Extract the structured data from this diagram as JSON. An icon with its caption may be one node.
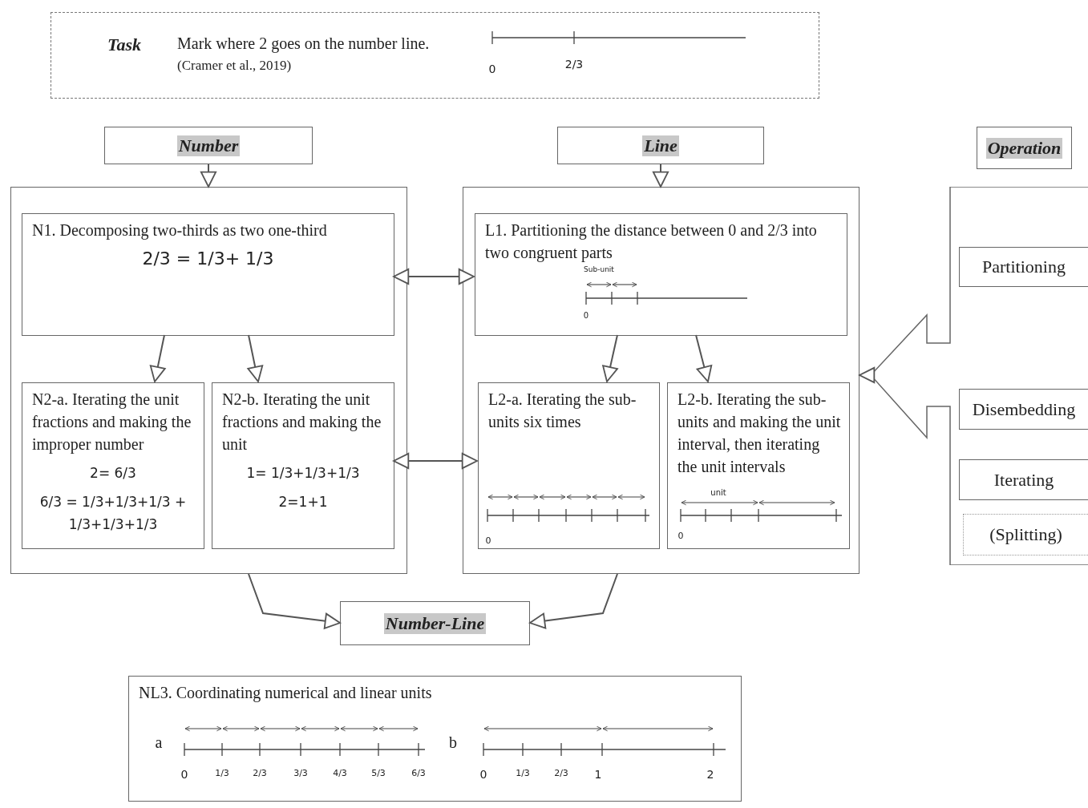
{
  "diagram": {
    "nodes": [
      {
        "text": [
          "Task",
          "Mark where 2 goes on the number line.",
          "(Cramer et al., 2019)"
        ]
      },
      {
        "text": [
          "Number"
        ]
      },
      {
        "text": [
          "Line"
        ]
      },
      {
        "text": [
          "Operation"
        ]
      },
      {
        "text": [],
        "shape": "box"
      },
      {
        "text": [
          "N1. Decomposing two-thirds as two one-third",
          "2/3 = 1/3+ 1/3"
        ],
        "in": 4
      },
      {
        "text": [
          "N2-a. Iterating the unit fractions and making the improper number",
          "2= 6/3",
          "6/3 = 1/3+1/3+1/3 + 1/3+1/3+1/3"
        ],
        "in": 4
      },
      {
        "text": [
          "N2-b. Iterating the unit fractions and making the unit",
          "1= 1/3+1/3+1/3",
          "2=1+1"
        ],
        "in": 4
      },
      {
        "text": [],
        "shape": "box"
      },
      {
        "text": [
          "L1. Partitioning the distance between 0  and 2/3 into two congruent parts"
        ],
        "in": 8
      },
      {
        "text": [
          "L2-a. Iterating the sub-units six times"
        ],
        "in": 8
      },
      {
        "text": [
          "L2-b. Iterating the sub-units and making the unit interval, then iterating the unit intervals"
        ],
        "in": 8
      },
      {
        "text": [],
        "shape": "arrow"
      },
      {
        "text": [
          "Partitioning"
        ],
        "in": 12
      },
      {
        "text": [
          "Disembedding"
        ],
        "in": 12
      },
      {
        "text": [
          "Iterating"
        ],
        "in": 12
      },
      {
        "text": [
          "(Splitting)"
        ],
        "in": 12
      },
      {
        "text": [
          "Number-Line"
        ]
      },
      {
        "text": [
          "NL3. Coordinating numerical and linear units"
        ]
      }
    ],
    "edges": [
      {
        "from": 1,
        "to": 4,
        "arrow": "to"
      },
      {
        "from": 2,
        "to": 8,
        "arrow": "to"
      },
      {
        "from": 5,
        "to": 6,
        "arrow": "to"
      },
      {
        "from": 5,
        "to": 7,
        "arrow": "to"
      },
      {
        "from": 9,
        "to": 10,
        "arrow": "to"
      },
      {
        "from": 9,
        "to": 11,
        "arrow": "to"
      },
      {
        "from": 5,
        "to": 9,
        "arrow": "both"
      },
      {
        "from": 7,
        "to": 10,
        "arrow": "both"
      },
      {
        "from": 12,
        "to": 8,
        "arrow": "to"
      },
      {
        "from": 4,
        "to": 17,
        "arrow": "to"
      },
      {
        "from": 8,
        "to": 17,
        "arrow": "to"
      }
    ],
    "labels": [
      "0",
      "2/3",
      "Sub-unit",
      "0",
      "0",
      "unit",
      "0",
      "a",
      "0",
      "1/3",
      "2/3",
      "3/3",
      "4/3",
      "5/3",
      "6/3",
      "b",
      "0",
      "1/3",
      "2/3",
      "1",
      "2"
    ]
  }
}
